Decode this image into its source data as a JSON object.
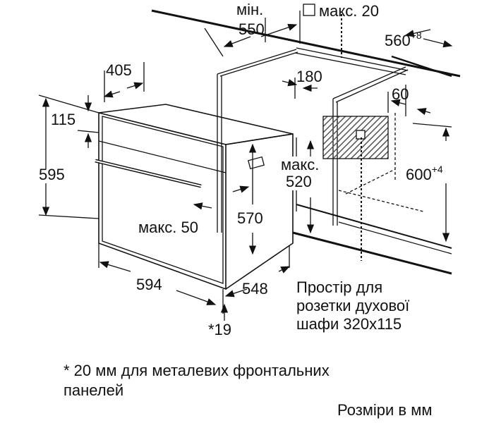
{
  "labels": {
    "min": "мін.",
    "d550": "550",
    "max20_prefix": "макс. 20",
    "d560": "560",
    "d560_tol": "+8",
    "d405": "405",
    "d180": "180",
    "d60": "60",
    "d115": "115",
    "d595": "595",
    "d600": "600",
    "d600_tol": "+4",
    "max_a": "макс.",
    "d520": "520",
    "d570": "570",
    "max50": "макс. 50",
    "d594": "594",
    "d548": "548",
    "star19": "*19",
    "socket_lines": [
      "Простір для",
      "розетки духової",
      "шафи 320x115"
    ],
    "footnote_lines": [
      "* 20 мм для металевих фронтальних",
      "панелей"
    ],
    "units": "Розміри в мм"
  },
  "colors": {
    "line": "#111111",
    "hatch": "#555555"
  }
}
